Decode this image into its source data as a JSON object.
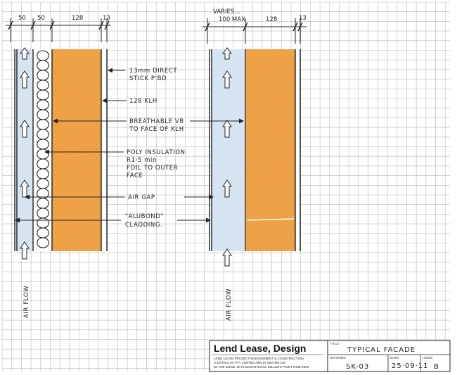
{
  "left_detail": {
    "dimensions": [
      "50",
      "50",
      "128",
      "13"
    ],
    "airflow_label": "AIR FLOW"
  },
  "right_detail": {
    "dim_varies_line1": "VARIES...",
    "dim_varies_line2": "100 MAX",
    "dimensions": [
      "128",
      "13"
    ],
    "airflow_label": "AIR FLOW"
  },
  "annotations": [
    {
      "lines": [
        "13mm DIRECT",
        "STICK P'BD"
      ]
    },
    {
      "lines": [
        "128 KLH"
      ]
    },
    {
      "lines": [
        "BREATHABLE VB",
        "TO FACE OF KLH"
      ]
    },
    {
      "lines": [
        "POLY INSULATION",
        "R1·5 min",
        "FOIL TO OUTER",
        "FACE"
      ]
    },
    {
      "lines": [
        "AIR GAP"
      ]
    },
    {
      "lines": [
        "\"ALUBOND\"",
        "CLADDING."
      ]
    }
  ],
  "title_block": {
    "company": "Lend Lease,  Design",
    "company_line1": "LEND LEASE PROJECT MANAGEMENT & CONSTRUCTION",
    "company_line2": "(AUSTRALIA) PTY LIMITED   ABN 97 000 098 162",
    "company_line3": "30 THE BOND, 30 HICKSON ROAD, MILLERS POINT NSW 2000",
    "title_label": "TITLE",
    "title": "TYPICAL FACADE",
    "drawing_label": "DRAWING",
    "drawing": "SK-03",
    "date_label": "DATE",
    "date": "25·09·11",
    "issue_label": "ISSUE",
    "issue": "B"
  },
  "colors": {
    "timber": "#f2a64c",
    "air_gap": "#cfe0f0",
    "grid": "#b9b9b9",
    "ink": "#222222"
  }
}
